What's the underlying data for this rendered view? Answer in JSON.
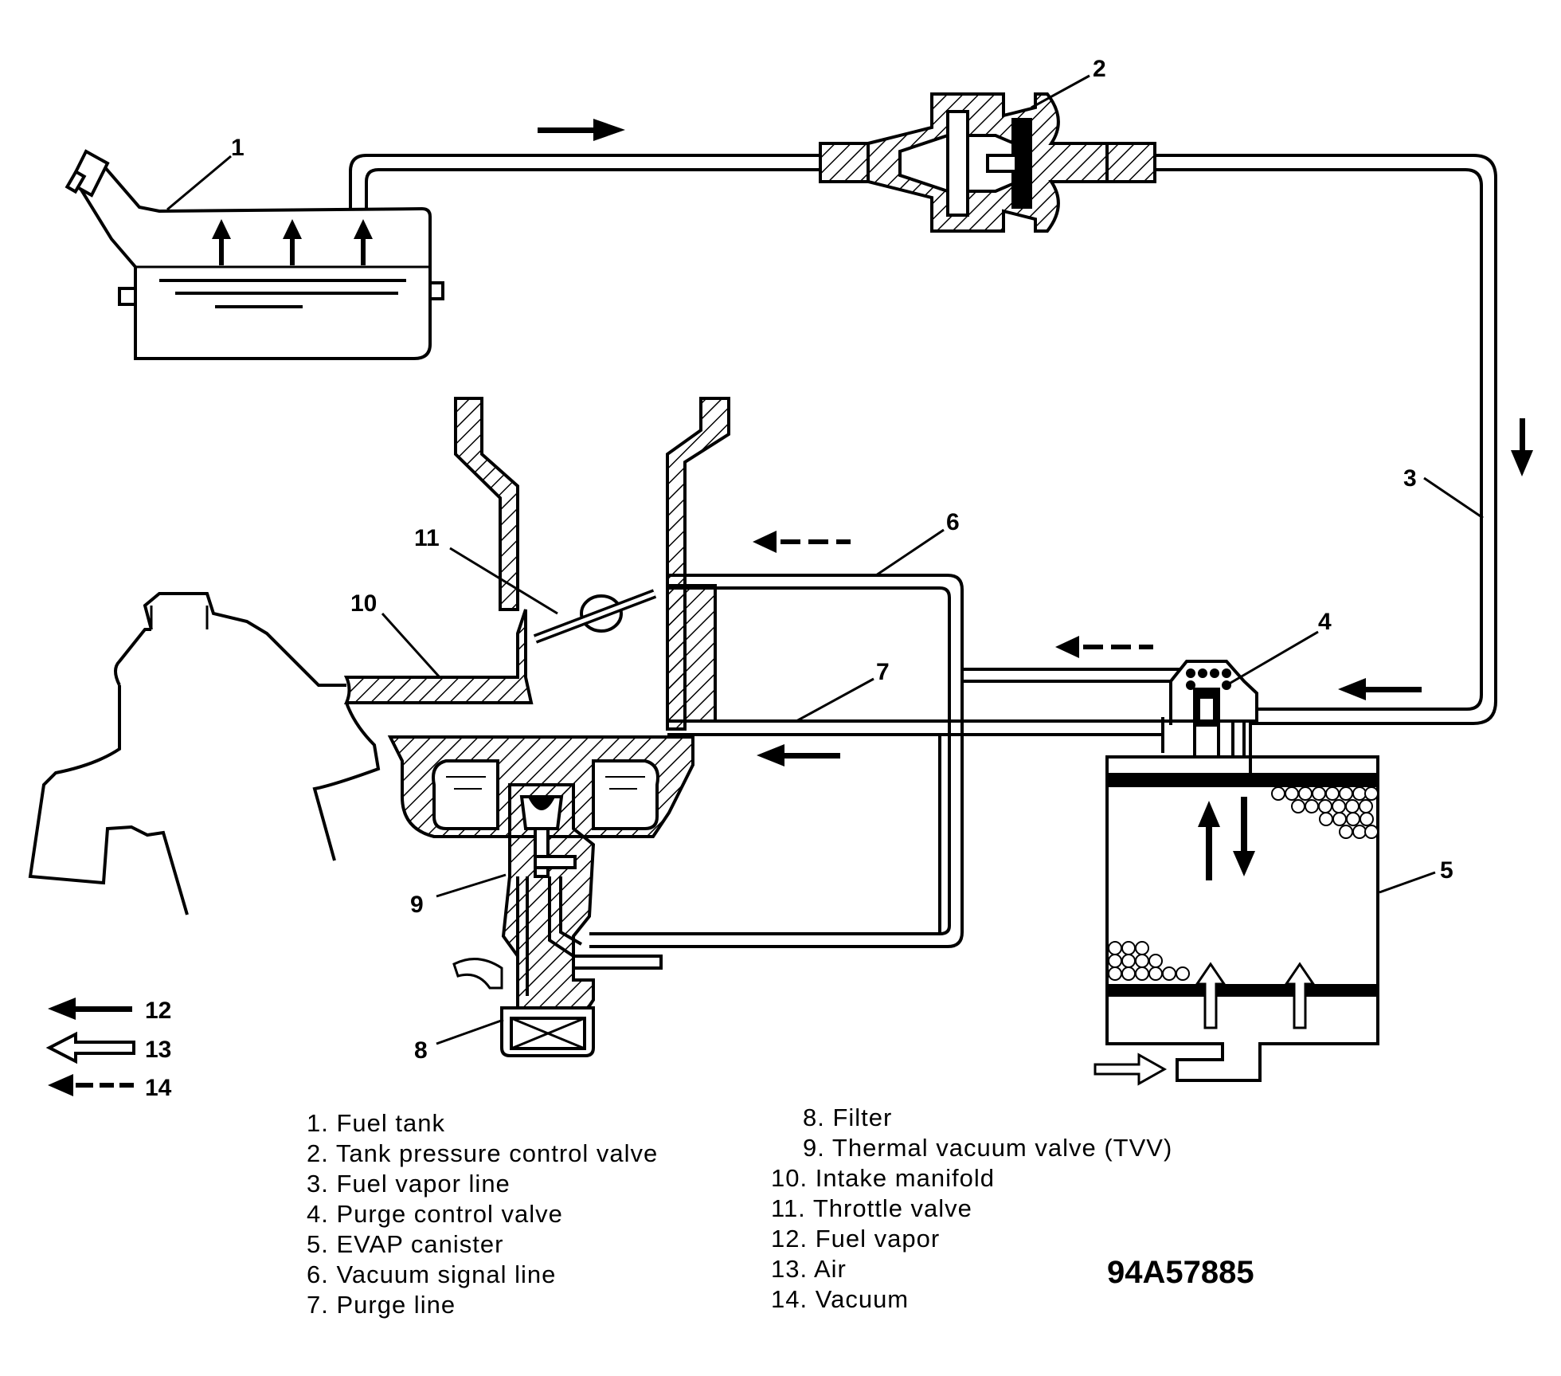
{
  "diagram": {
    "callouts": [
      {
        "id": "c1",
        "label": "1"
      },
      {
        "id": "c2",
        "label": "2"
      },
      {
        "id": "c3",
        "label": "3"
      },
      {
        "id": "c4",
        "label": "4"
      },
      {
        "id": "c5",
        "label": "5"
      },
      {
        "id": "c6",
        "label": "6"
      },
      {
        "id": "c7",
        "label": "7"
      },
      {
        "id": "c8",
        "label": "8"
      },
      {
        "id": "c9",
        "label": "9"
      },
      {
        "id": "c10",
        "label": "10"
      },
      {
        "id": "c11",
        "label": "11"
      },
      {
        "id": "c12",
        "label": "12"
      },
      {
        "id": "c13",
        "label": "13"
      },
      {
        "id": "c14",
        "label": "14"
      }
    ],
    "legend_left": [
      "1. Fuel tank",
      "2. Tank pressure control valve",
      "3. Fuel vapor line",
      "4. Purge control valve",
      "5. EVAP canister",
      "6. Vacuum signal line",
      "7. Purge line"
    ],
    "legend_right": [
      "8. Filter",
      "9. Thermal vacuum valve (TVV)",
      "10. Intake manifold",
      "11. Throttle valve",
      "12. Fuel vapor",
      "13. Air",
      "14. Vacuum"
    ],
    "figure_id": "94A57885"
  }
}
